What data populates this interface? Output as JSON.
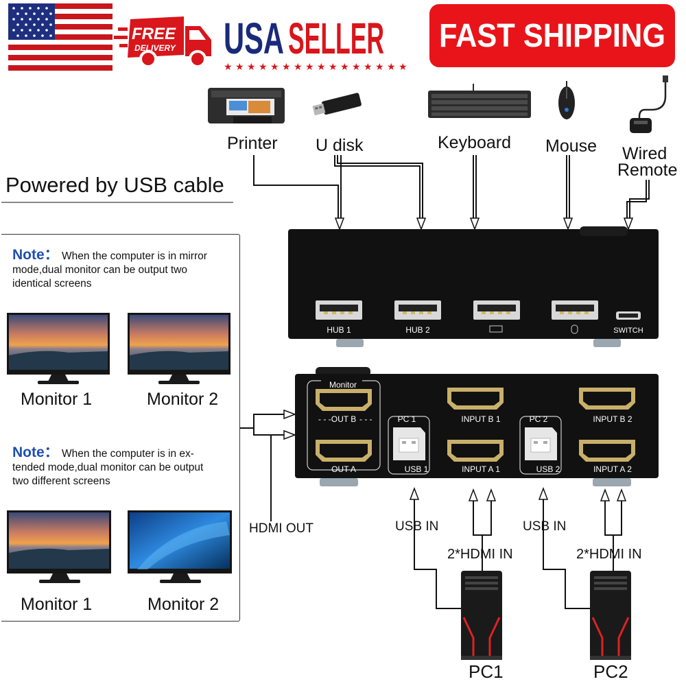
{
  "banner": {
    "free_top": "FREE",
    "free_bottom": "DELIVERY",
    "usa": "USA",
    "seller": "SELLER",
    "fast_shipping": "FAST SHIPPING",
    "colors": {
      "red": "#d8161b",
      "navy": "#1a2a7a"
    }
  },
  "devices": {
    "printer": "Printer",
    "udisk": "U disk",
    "keyboard": "Keyboard",
    "mouse": "Mouse",
    "wired_remote_1": "Wired",
    "wired_remote_2": "Remote"
  },
  "powered": "Powered by USB cable",
  "notes": {
    "label": "Note：",
    "mirror_l1": "When the computer is in mirror",
    "mirror_l2": "mode,dual monitor can be output two",
    "mirror_l3": "identical screens",
    "extend_l1": "When the computer is in ex-",
    "extend_l2": "tended mode,dual monitor can be output",
    "extend_l3": "two different screens",
    "monitor1": "Monitor 1",
    "monitor2": "Monitor 2"
  },
  "switch_top": {
    "hub1": "HUB 1",
    "hub2": "HUB 2",
    "switch": "SWITCH"
  },
  "switch_bottom": {
    "monitor": "Monitor",
    "out_b": "OUT B",
    "out_a": "OUT A",
    "pc1": "PC 1",
    "pc2": "PC 2",
    "input_b1": "INPUT B 1",
    "input_a1": "INPUT A 1",
    "input_b2": "INPUT B 2",
    "input_a2": "INPUT A 2",
    "usb1": "USB 1",
    "usb2": "USB 2"
  },
  "connections": {
    "hdmi_out": "HDMI OUT",
    "usb_in": "USB IN",
    "hdmi_in": "2*HDMI IN",
    "pc1": "PC1",
    "pc2": "PC2"
  }
}
